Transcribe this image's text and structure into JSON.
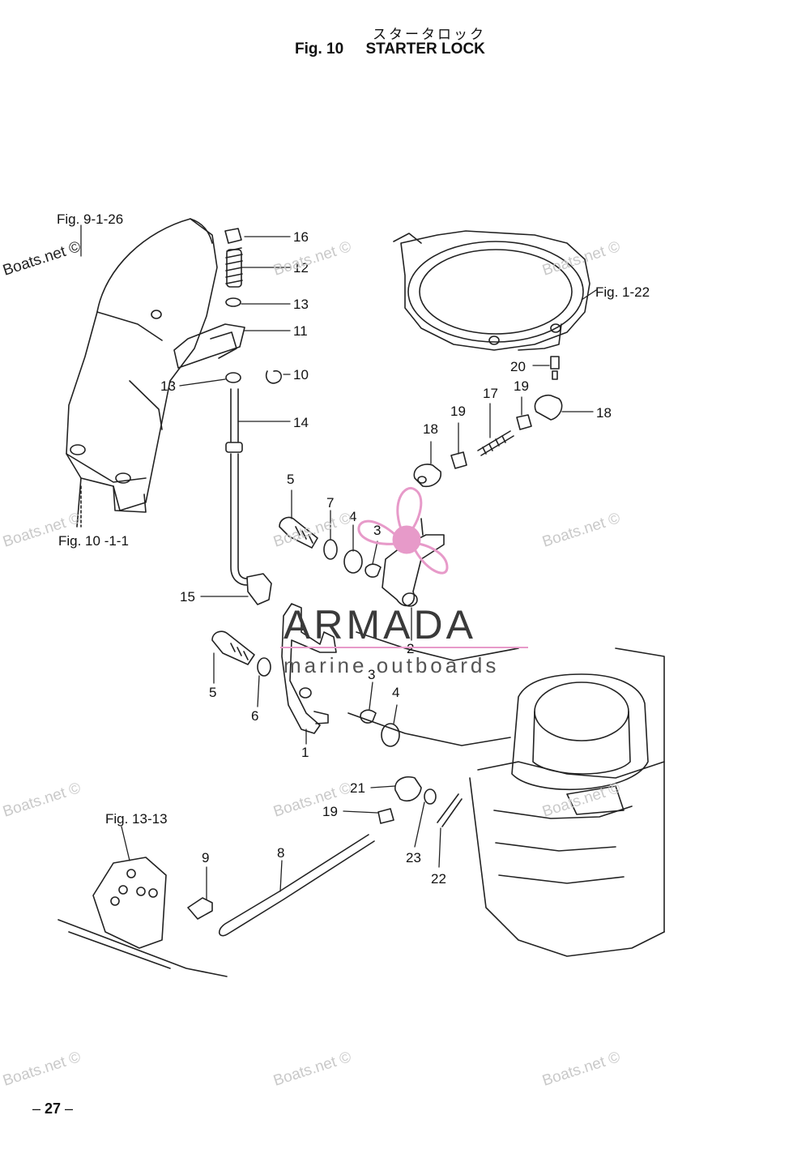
{
  "header": {
    "title_jp": "スタータロック",
    "fig_label": "Fig. 10",
    "title": "STARTER LOCK"
  },
  "references": [
    {
      "id": "ref-fig-9-1-26",
      "text": "Fig. 9-1-26"
    },
    {
      "id": "ref-fig-10-1-1",
      "text": "Fig. 10 -1-1"
    },
    {
      "id": "ref-fig-1-22",
      "text": "Fig. 1-22"
    },
    {
      "id": "ref-fig-13-13",
      "text": "Fig. 13-13"
    }
  ],
  "callouts": [
    {
      "id": "c16",
      "text": "16"
    },
    {
      "id": "c12",
      "text": "12"
    },
    {
      "id": "c13a",
      "text": "13"
    },
    {
      "id": "c11",
      "text": "11"
    },
    {
      "id": "c10",
      "text": "10"
    },
    {
      "id": "c13b",
      "text": "13"
    },
    {
      "id": "c14",
      "text": "14"
    },
    {
      "id": "c20",
      "text": "20"
    },
    {
      "id": "c19a",
      "text": "19"
    },
    {
      "id": "c17",
      "text": "17"
    },
    {
      "id": "c18a",
      "text": "18"
    },
    {
      "id": "c19b",
      "text": "19"
    },
    {
      "id": "c18b",
      "text": "18"
    },
    {
      "id": "c5a",
      "text": "5"
    },
    {
      "id": "c7",
      "text": "7"
    },
    {
      "id": "c4a",
      "text": "4"
    },
    {
      "id": "c3a",
      "text": "3"
    },
    {
      "id": "c15",
      "text": "15"
    },
    {
      "id": "c2",
      "text": "2"
    },
    {
      "id": "c5b",
      "text": "5"
    },
    {
      "id": "c6",
      "text": "6"
    },
    {
      "id": "c3b",
      "text": "3"
    },
    {
      "id": "c4b",
      "text": "4"
    },
    {
      "id": "c1",
      "text": "1"
    },
    {
      "id": "c21",
      "text": "21"
    },
    {
      "id": "c19c",
      "text": "19"
    },
    {
      "id": "c23",
      "text": "23"
    },
    {
      "id": "c22",
      "text": "22"
    },
    {
      "id": "c9",
      "text": "9"
    },
    {
      "id": "c8",
      "text": "8"
    }
  ],
  "watermarks": {
    "site": "Boats.net ©",
    "brand": "ARMADA",
    "tagline": "marine outboards",
    "brand_color": "#e79ac9"
  },
  "page_number": "27"
}
